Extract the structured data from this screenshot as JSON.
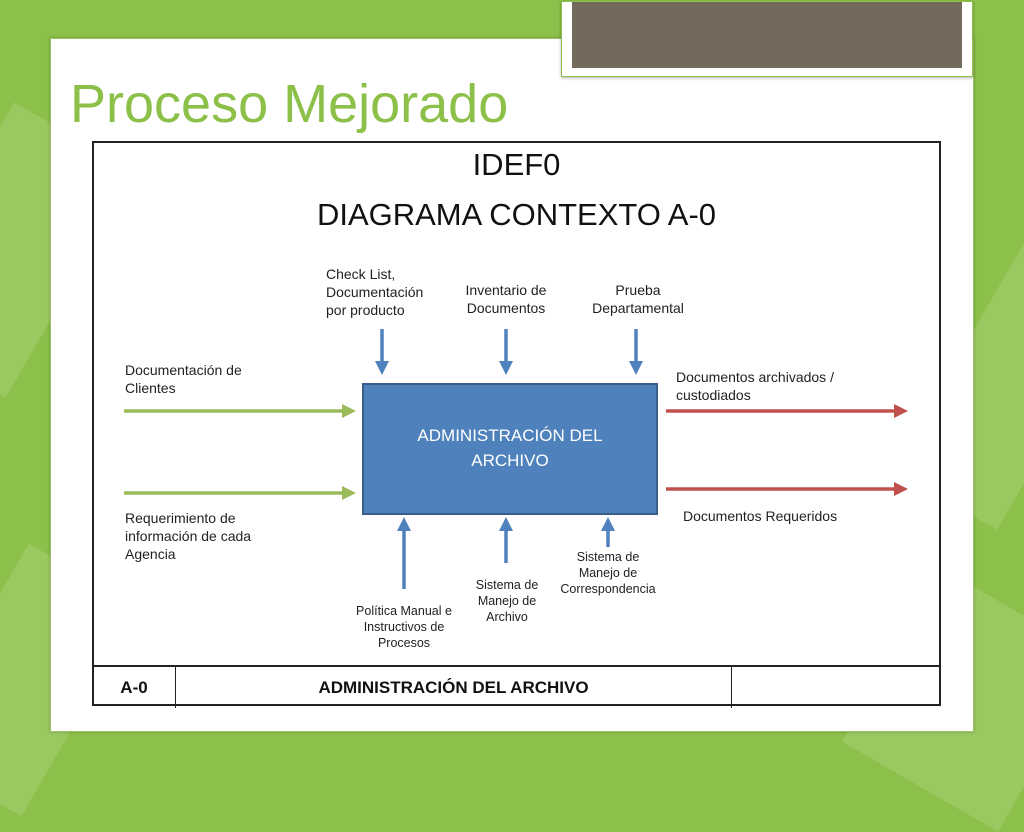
{
  "slide": {
    "title": "Proceso Mejorado"
  },
  "diagram": {
    "heading_line1": "IDEF0",
    "heading_line2": "DIAGRAMA CONTEXTO A-0",
    "activity_label": "ADMINISTRACIÓN DEL\nARCHIVO",
    "controls": [
      "Check List,\nDocumentación\npor producto",
      "Inventario de\nDocumentos",
      "Prueba\nDepartamental"
    ],
    "inputs": [
      "Documentación de\nClientes",
      "Requerimiento de\ninformación de cada\nAgencia"
    ],
    "outputs": [
      "Documentos archivados /\ncustodiados",
      "Documentos Requeridos"
    ],
    "mechanisms": [
      "Política Manual e\nInstructivos de\nProcesos",
      "Sistema de\nManejo de\nArchivo",
      "Sistema de\nManejo de\nCorrespondencia"
    ],
    "footer": {
      "node": "A-0",
      "title": "ADMINISTRACIÓN DEL ARCHIVO",
      "number": ""
    },
    "colors": {
      "activity_fill": "#4f81bd",
      "input_arrow": "#9bbb59",
      "output_arrow": "#c0504d",
      "control_arrow": "#4f81bd"
    }
  }
}
